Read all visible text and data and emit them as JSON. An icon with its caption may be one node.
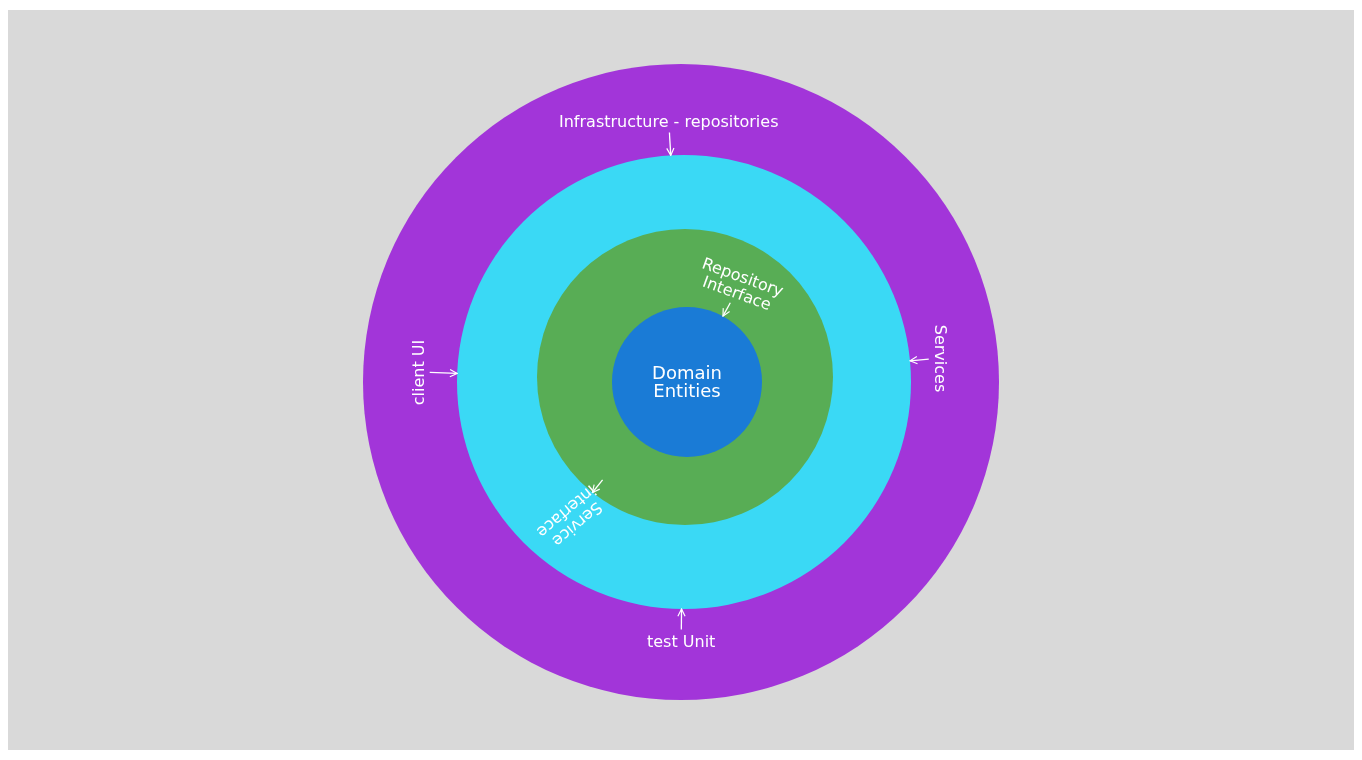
{
  "diagram": {
    "nodes": [
      {
        "text": [],
        "shape": "circle"
      },
      {
        "text": [
          "Infrastructure - repositories"
        ],
        "in": 0
      },
      {
        "text": [
          "client UI"
        ],
        "in": 0
      },
      {
        "text": [
          "Services"
        ],
        "in": 0
      },
      {
        "text": [
          "test Unit"
        ],
        "in": 0
      },
      {
        "text": [],
        "shape": "circle",
        "in": 0
      },
      {
        "text": [
          "Service interface"
        ],
        "in": 5
      },
      {
        "text": [],
        "shape": "circle",
        "in": 5
      },
      {
        "text": [
          "Repository Interface"
        ],
        "in": 7
      },
      {
        "text": [
          "Domain Entities"
        ],
        "in": 7
      }
    ],
    "edges": [
      {
        "from": 1,
        "to": 5,
        "arrow": "to"
      },
      {
        "from": 2,
        "to": 5,
        "arrow": "to"
      },
      {
        "from": 3,
        "to": 5,
        "arrow": "to"
      },
      {
        "from": 4,
        "to": 5,
        "arrow": "to"
      },
      {
        "from": 6,
        "to": 7,
        "arrow": "to"
      },
      {
        "from": 8,
        "to": 9,
        "arrow": "to"
      }
    ]
  }
}
